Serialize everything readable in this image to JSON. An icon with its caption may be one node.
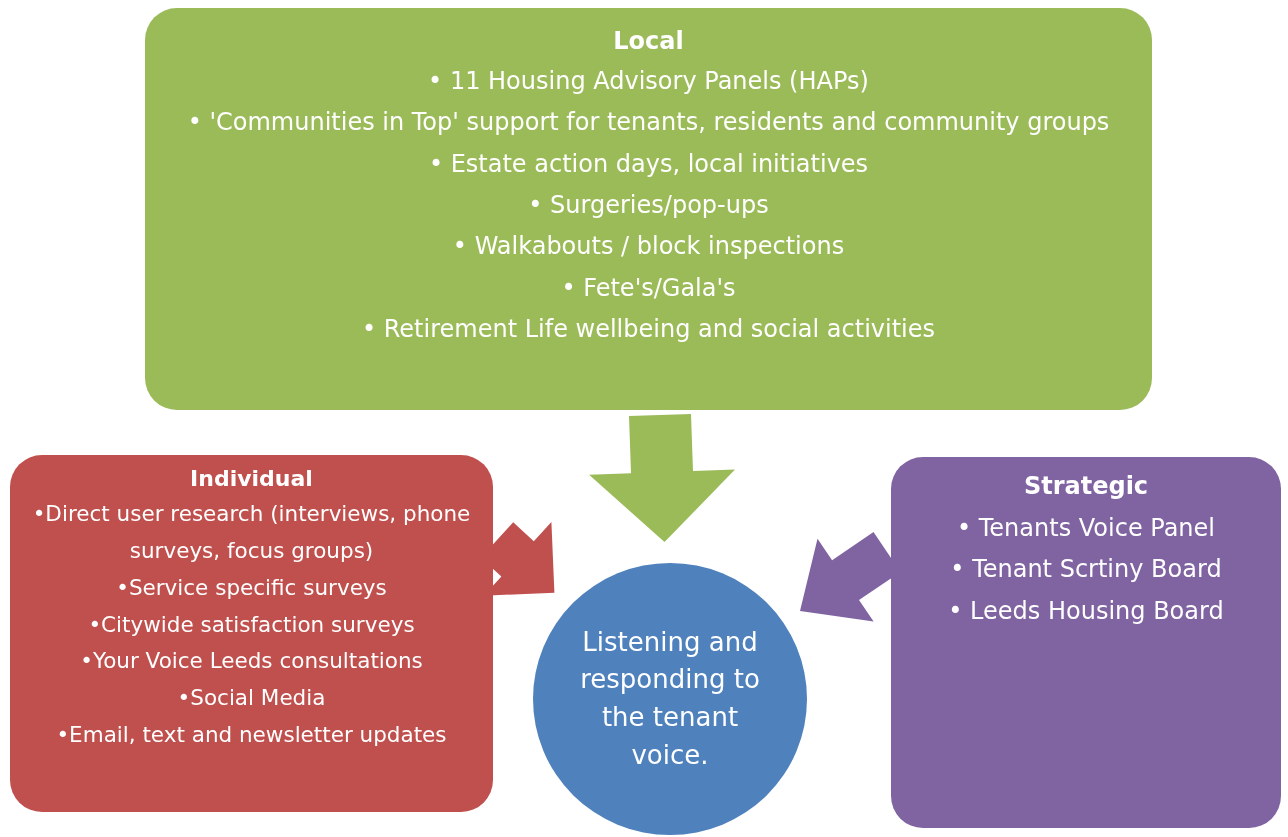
{
  "diagram": {
    "nodes": [
      {
        "text": [
          "Local",
          "• 11 Housing Advisory Panels (HAPs)",
          "• 'Communities in Top' support for tenants, residents and community groups",
          "• Estate action days, local initiatives",
          "• Surgeries/pop-ups",
          "• Walkabouts / block inspections",
          "• Fete's/Gala's",
          "• Retirement Life wellbeing and social activities"
        ]
      },
      {
        "text": [
          "Individual",
          "•Direct user research (interviews, phone surveys, focus groups)",
          "•Service specific surveys",
          "•Citywide satisfaction surveys",
          "•Your Voice Leeds consultations",
          "•Social Media",
          "•Email, text and newsletter updates"
        ]
      },
      {
        "text": [
          "Strategic",
          "• Tenants Voice Panel",
          "• Tenant Scrtiny Board",
          "• Leeds Housing Board"
        ]
      },
      {
        "text": [
          "Listening and responding to the tenant voice."
        ]
      }
    ],
    "edges": [
      {
        "from": 0,
        "to": 3,
        "arrow": "to",
        "style": "thick",
        "color": "#9bbb59"
      },
      {
        "from": 1,
        "to": 3,
        "arrow": "to",
        "style": "thick",
        "color": "#c0504d"
      },
      {
        "from": 2,
        "to": 3,
        "arrow": "to",
        "style": "thick",
        "color": "#8064a2"
      }
    ]
  }
}
